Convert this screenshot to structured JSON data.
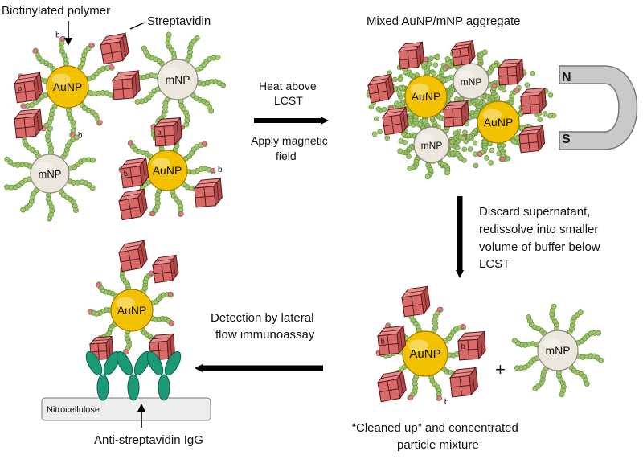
{
  "labels": {
    "biotinylated_polymer": "Biotinylated polymer",
    "streptavidin": "Streptavidin",
    "mixed_aggregate": "Mixed AuNP/mNP aggregate",
    "heat_above": "Heat above",
    "lcst": "LCST",
    "apply_magnetic": "Apply magnetic",
    "field": "field",
    "discard_1": "Discard supernatant,",
    "discard_2": "redissolve into smaller",
    "discard_3": "volume of buffer below",
    "discard_4": "LCST",
    "detection_1": "Detection by lateral",
    "detection_2": "flow immunoassay",
    "cleaned_1": "“Cleaned up” and concentrated",
    "cleaned_2": "particle mixture",
    "nitrocellulose": "Nitrocellulose",
    "anti_igg": "Anti-streptavidin IgG",
    "plus": "+"
  },
  "particles": {
    "aunp": "AuNP",
    "mnp": "mNP",
    "biotin": "b"
  },
  "magnet": {
    "north": "N",
    "south": "S"
  },
  "colors": {
    "aunp_fill": "#f2c200",
    "aunp_stroke": "#a07b00",
    "mnp_fill": "#ece7dc",
    "mnp_stroke": "#8e887c",
    "bead": "#9cc46a",
    "bead_stroke": "#5f8a34",
    "biotin_dot": "#e07a8a",
    "cube_fill": "#d86a6a",
    "cube_top": "#e88c8c",
    "cube_side": "#b04a4a",
    "cube_line": "#5a1a1a",
    "antibody": "#1b9a76",
    "magnet": "#c9c9c9",
    "arrow": "#000000",
    "membrane": "#ededed"
  }
}
